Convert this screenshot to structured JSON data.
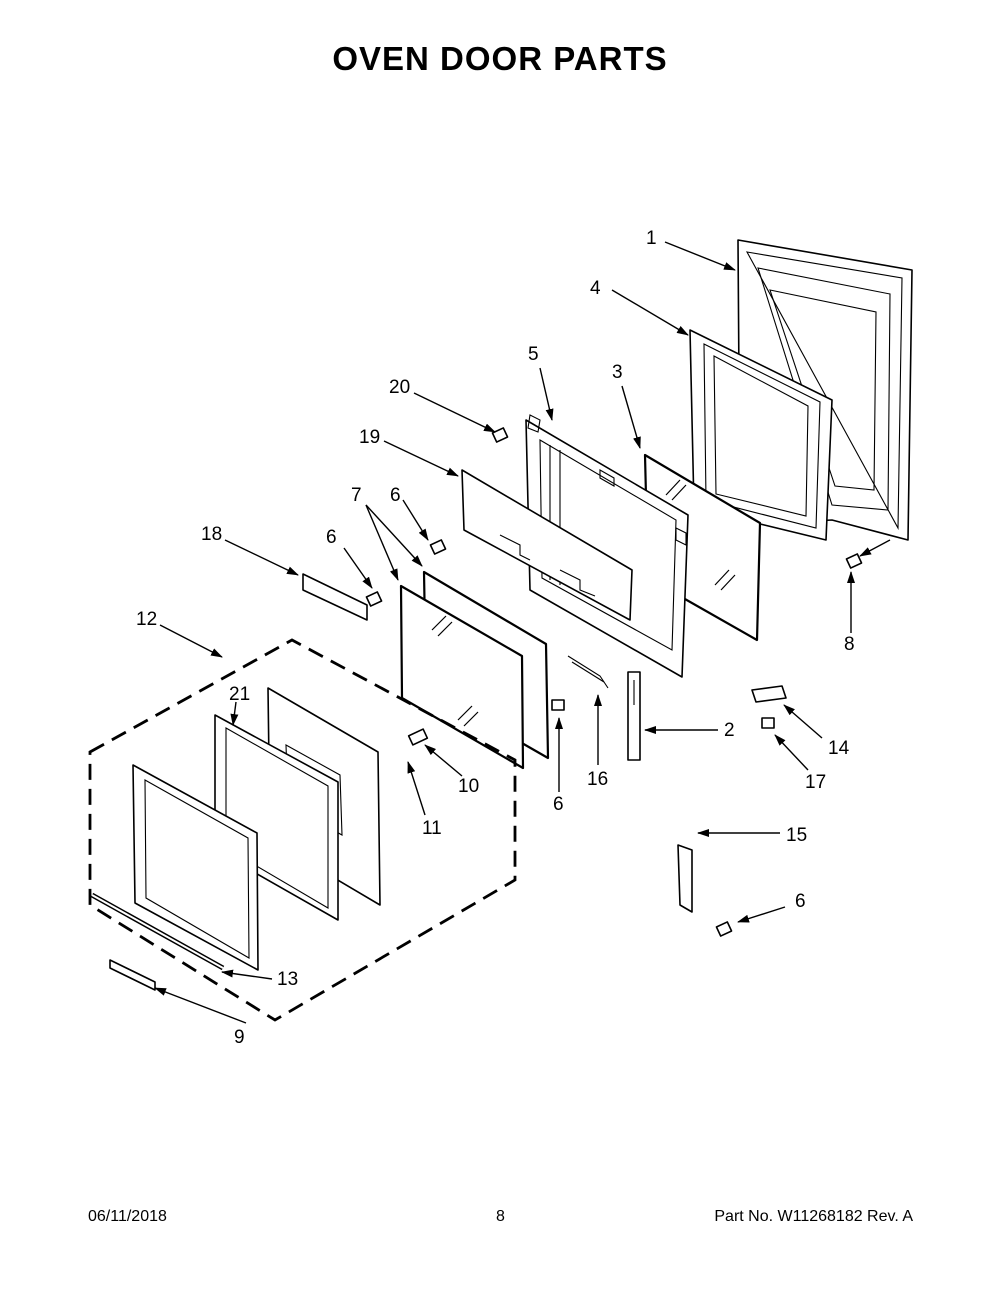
{
  "title": "OVEN DOOR PARTS",
  "footer": {
    "date": "06/11/2018",
    "page": "8",
    "part_number": "Part No.  W11268182  Rev.  A"
  },
  "callouts": [
    "1",
    "2",
    "3",
    "4",
    "5",
    "6",
    "7",
    "8",
    "9",
    "10",
    "11",
    "12",
    "13",
    "14",
    "15",
    "16",
    "17",
    "18",
    "19",
    "20",
    "21"
  ],
  "callout_six": "6"
}
